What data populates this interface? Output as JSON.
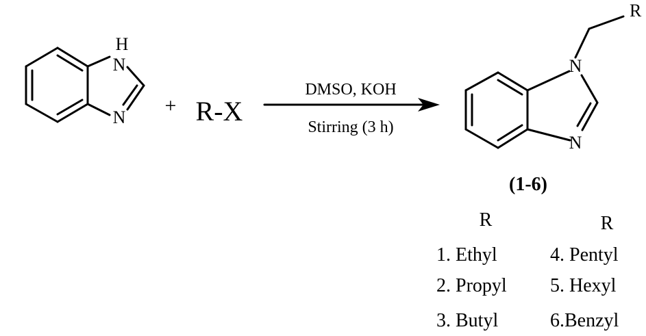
{
  "reactant": {
    "nh_h": "H",
    "nh_n": "N",
    "n2": "N"
  },
  "plus": "+",
  "reagent": "R-X",
  "conditions": {
    "above": "DMSO, KOH",
    "below": "Stirring (3 h)"
  },
  "product": {
    "r_label": "R",
    "n1": "N",
    "n3": "N",
    "compound_label": "(1-6)"
  },
  "substituents": {
    "left_header": "R",
    "right_header": "R",
    "left": [
      "1. Ethyl",
      "2. Propyl",
      "3. Butyl"
    ],
    "right": [
      "4. Pentyl",
      "5. Hexyl",
      "6.Benzyl"
    ]
  }
}
